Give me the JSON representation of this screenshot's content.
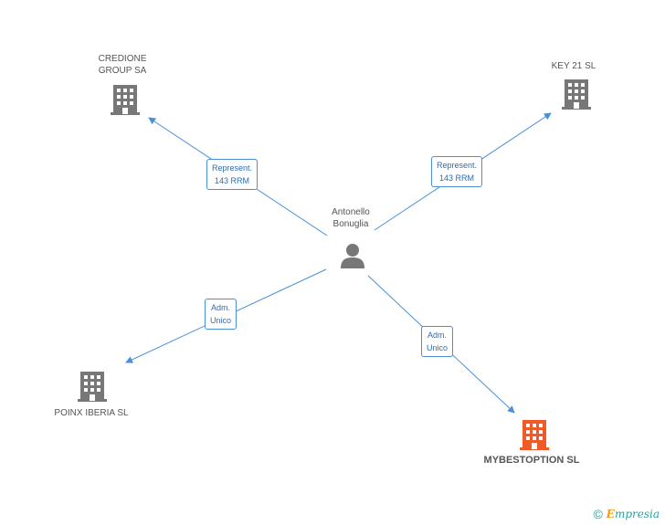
{
  "nodes": {
    "credione": {
      "label_line1": "CREDIONE",
      "label_line2": "GROUP SA"
    },
    "key21": {
      "label": "KEY 21 SL"
    },
    "person": {
      "label_line1": "Antonello",
      "label_line2": "Bonuglia"
    },
    "poinx": {
      "label": "POINX IBERIA SL"
    },
    "mybest": {
      "label": "MYBESTOPTION SL"
    }
  },
  "edges": {
    "to_credione": {
      "line1": "Represent.",
      "line2": "143 RRM"
    },
    "to_key21": {
      "line1": "Represent.",
      "line2": "143 RRM"
    },
    "to_poinx": {
      "line1": "Adm.",
      "line2": "Unico"
    },
    "to_mybest": {
      "line1": "Adm.",
      "line2": "Unico"
    }
  },
  "colors": {
    "edge": "#4a90d9",
    "building": "#777777",
    "building_highlight": "#f05a28",
    "person": "#777777"
  },
  "icons": {
    "company": "building-icon",
    "person": "person-icon",
    "copyright": "copyright-icon"
  },
  "footer": {
    "copyright": "©",
    "brand_e": "E",
    "brand_rest": "mpresia"
  }
}
